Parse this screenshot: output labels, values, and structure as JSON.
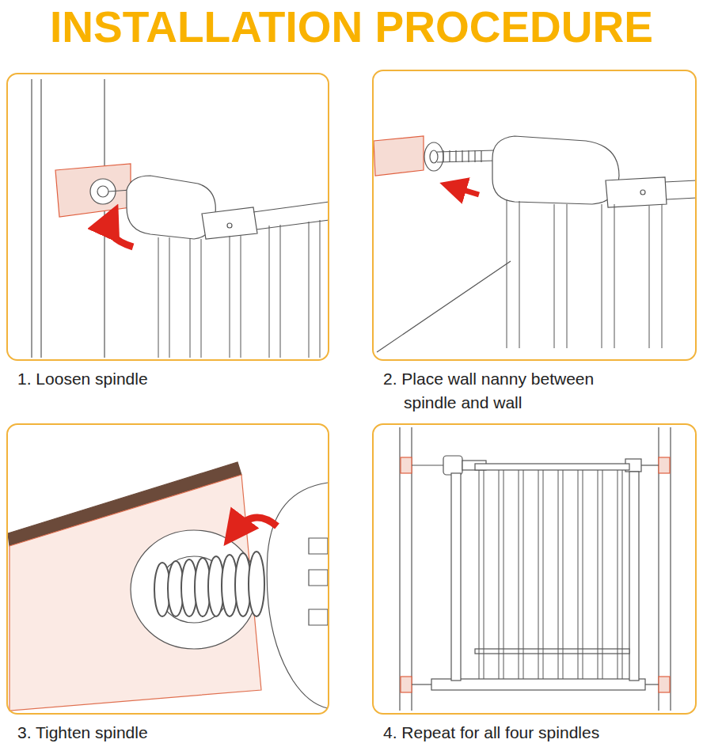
{
  "diagram": {
    "title": "INSTALLATION PROCEDURE",
    "nodes": [
      {
        "text": [
          "1. Loosen spindle"
        ]
      },
      {
        "text": [
          "2. Place wall nanny between spindle and wall"
        ]
      },
      {
        "text": [
          "3. Tighten spindle"
        ]
      },
      {
        "text": [
          "4. Repeat for all four spindles"
        ]
      }
    ]
  }
}
